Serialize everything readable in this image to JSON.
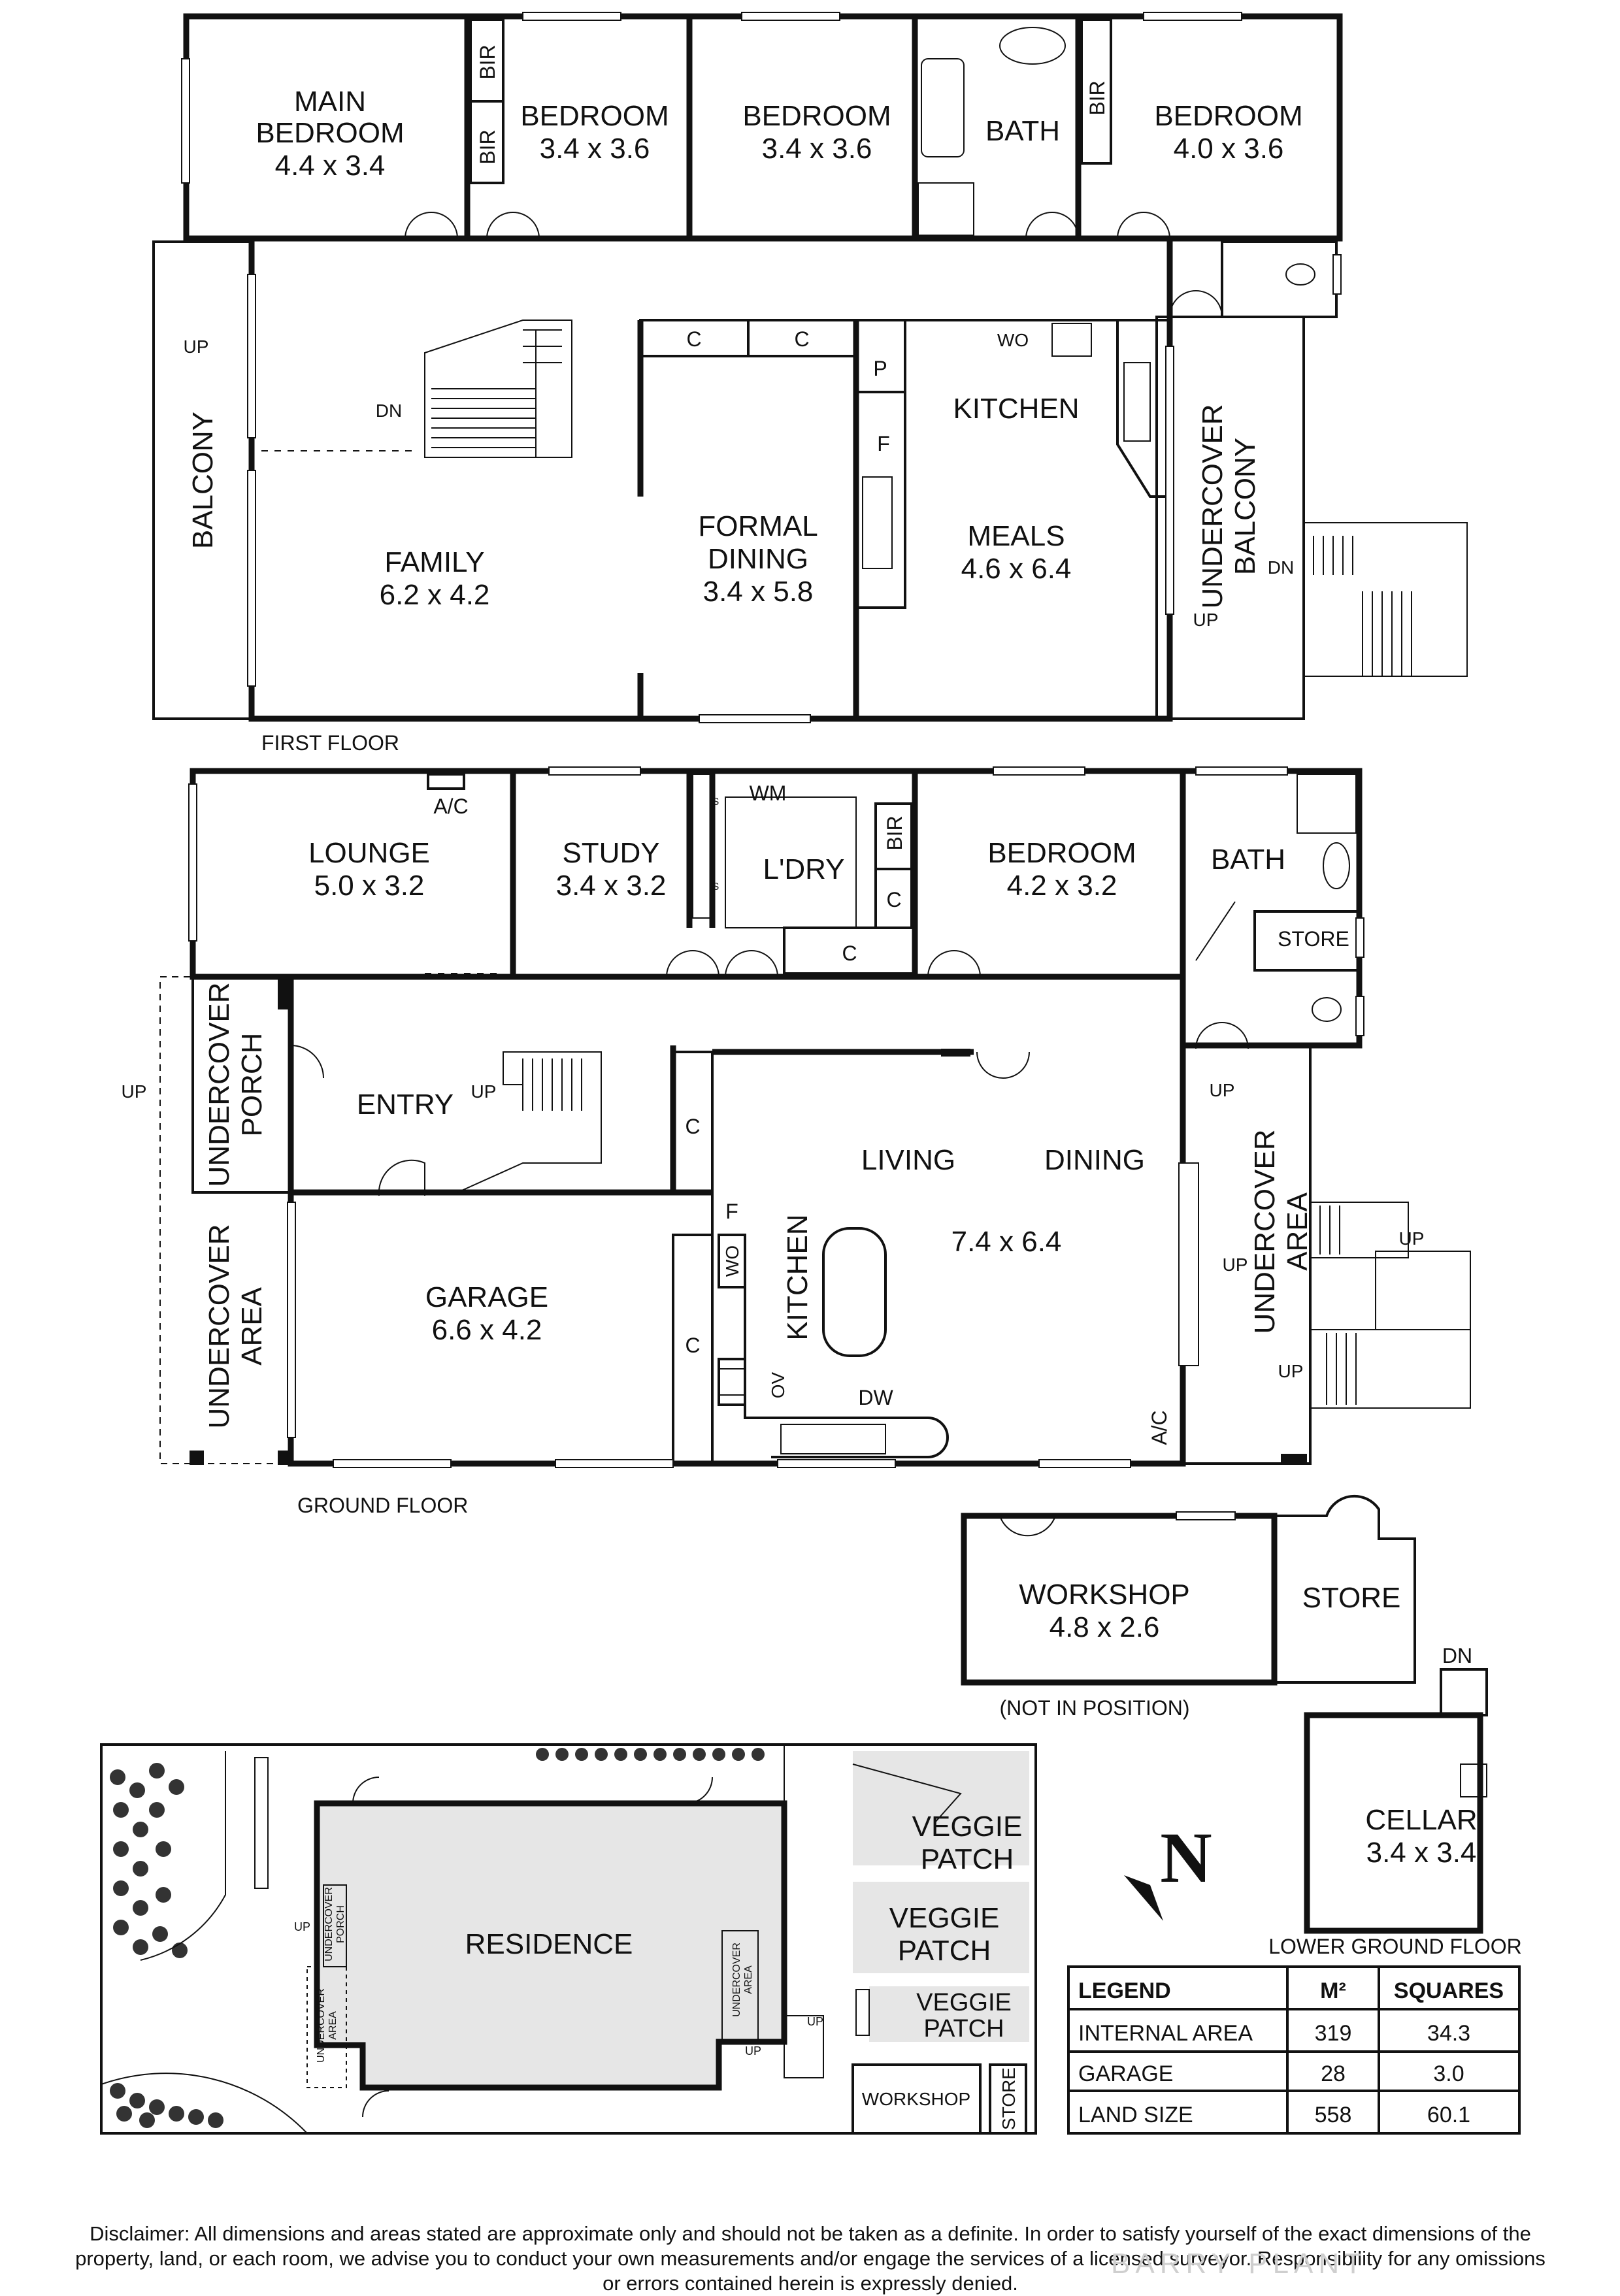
{
  "first_floor": {
    "label": "FIRST FLOOR",
    "rooms": {
      "main_bedroom_l1": "MAIN",
      "main_bedroom_l2": "BEDROOM",
      "main_bedroom_dim": "4.4 x 3.4",
      "bedroom2": "BEDROOM",
      "bedroom2_dim": "3.4 x 3.6",
      "bedroom3": "BEDROOM",
      "bedroom3_dim": "3.4 x 3.6",
      "bath": "BATH",
      "bedroom4": "BEDROOM",
      "bedroom4_dim": "4.0 x 3.6",
      "balcony": "BALCONY",
      "family": "FAMILY",
      "family_dim": "6.2 x 4.2",
      "formal_dining_l1": "FORMAL",
      "formal_dining_l2": "DINING",
      "formal_dining_dim": "3.4 x 5.8",
      "kitchen": "KITCHEN",
      "meals": "MEALS",
      "meals_dim": "4.6 x 6.4",
      "undercover_balcony_l1": "UNDERCOVER",
      "undercover_balcony_l2": "BALCONY"
    },
    "marks": {
      "bir": "BIR",
      "c": "C",
      "p": "P",
      "f": "F",
      "wo": "WO",
      "up": "UP",
      "dn": "DN"
    }
  },
  "ground_floor": {
    "label": "GROUND FLOOR",
    "rooms": {
      "lounge": "LOUNGE",
      "lounge_dim": "5.0 x 3.2",
      "study": "STUDY",
      "study_dim": "3.4 x 3.2",
      "laundry": "L'DRY",
      "bedroom": "BEDROOM",
      "bedroom_dim": "4.2 x 3.2",
      "bath": "BATH",
      "store": "STORE",
      "undercover_porch_l1": "UNDERCOVER",
      "undercover_porch_l2": "PORCH",
      "entry": "ENTRY",
      "living": "LIVING",
      "dining": "DINING",
      "living_dim": "7.4 x 6.4",
      "kitchen": "KITCHEN",
      "undercover_area_l1": "UNDERCOVER",
      "undercover_area_l2": "AREA",
      "garage": "GARAGE",
      "garage_dim": "6.6 x 4.2"
    },
    "marks": {
      "ac": "A/C",
      "wm": "WM",
      "s": "S",
      "c": "C",
      "f": "F",
      "wo": "WO",
      "ov": "OV",
      "dw": "DW",
      "up": "UP"
    }
  },
  "outbuildings": {
    "workshop": "WORKSHOP",
    "workshop_dim": "4.8 x 2.6",
    "store": "STORE",
    "not_in_position": "(NOT IN POSITION)"
  },
  "lower_ground": {
    "label": "LOWER GROUND FLOOR",
    "cellar": "CELLAR",
    "cellar_dim": "3.4 x 3.4",
    "dn": "DN"
  },
  "site_plan": {
    "residence": "RESIDENCE",
    "veggie": "VEGGIE",
    "patch": "PATCH",
    "workshop": "WORKSHOP",
    "store": "STORE",
    "undercover": "UNDERCOVER",
    "porch": "PORCH",
    "area": "AREA",
    "up": "UP",
    "north": "N"
  },
  "legend": {
    "headers": [
      "LEGEND",
      "M²",
      "SQUARES"
    ],
    "rows": [
      [
        "INTERNAL AREA",
        "319",
        "34.3"
      ],
      [
        "GARAGE",
        "28",
        "3.0"
      ],
      [
        "LAND SIZE",
        "558",
        "60.1"
      ]
    ]
  },
  "disclaimer": "Disclaimer: All dimensions and areas stated are approximate only and should not be taken as a definite. In order to satisfy yourself of the exact dimensions of the property, land, or each room, we advise you to conduct your own measurements and/or engage the services of a licensed surveyor. Responsibility for any omissions or errors contained herein is expressly denied.",
  "brand": "BARRY PLANT"
}
